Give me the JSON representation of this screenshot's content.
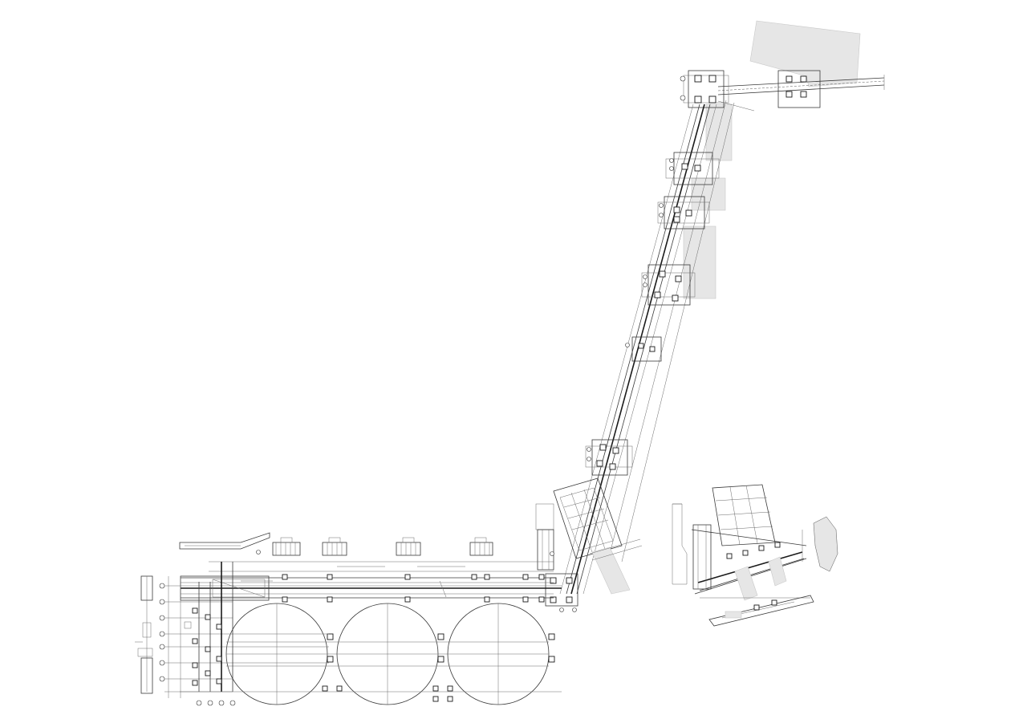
{
  "drawing": {
    "paper_color": "#ffffff",
    "line_color": "#3a3a3a",
    "hatch_color": "#e6e6e6"
  },
  "views": {
    "main_plan": {
      "components": [
        "grid-axis-left",
        "storage-tanks",
        "conveyor-gallery",
        "transfer-towers"
      ]
    },
    "detail_plan": {
      "components": [
        "detail-tower",
        "detail-gallery",
        "rock-section"
      ]
    }
  }
}
